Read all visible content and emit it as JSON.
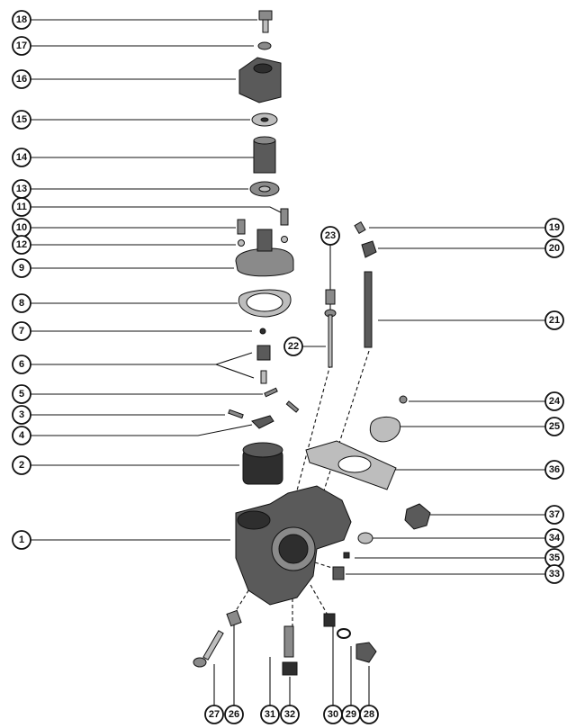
{
  "callouts": [
    {
      "id": "c18",
      "label": "18"
    },
    {
      "id": "c17",
      "label": "17"
    },
    {
      "id": "c16",
      "label": "16"
    },
    {
      "id": "c15",
      "label": "15"
    },
    {
      "id": "c14",
      "label": "14"
    },
    {
      "id": "c13",
      "label": "13"
    },
    {
      "id": "c11",
      "label": "11"
    },
    {
      "id": "c10",
      "label": "10"
    },
    {
      "id": "c12",
      "label": "12"
    },
    {
      "id": "c9",
      "label": "9"
    },
    {
      "id": "c8",
      "label": "8"
    },
    {
      "id": "c7",
      "label": "7"
    },
    {
      "id": "c6",
      "label": "6"
    },
    {
      "id": "c5",
      "label": "5"
    },
    {
      "id": "c3",
      "label": "3"
    },
    {
      "id": "c4",
      "label": "4"
    },
    {
      "id": "c2",
      "label": "2"
    },
    {
      "id": "c1",
      "label": "1"
    },
    {
      "id": "c23",
      "label": "23"
    },
    {
      "id": "c22",
      "label": "22"
    },
    {
      "id": "c19",
      "label": "19"
    },
    {
      "id": "c20",
      "label": "20"
    },
    {
      "id": "c21",
      "label": "21"
    },
    {
      "id": "c24",
      "label": "24"
    },
    {
      "id": "c25",
      "label": "25"
    },
    {
      "id": "c36",
      "label": "36"
    },
    {
      "id": "c37",
      "label": "37"
    },
    {
      "id": "c34",
      "label": "34"
    },
    {
      "id": "c35",
      "label": "35"
    },
    {
      "id": "c33",
      "label": "33"
    },
    {
      "id": "c27",
      "label": "27"
    },
    {
      "id": "c26",
      "label": "26"
    },
    {
      "id": "c31",
      "label": "31"
    },
    {
      "id": "c32",
      "label": "32"
    },
    {
      "id": "c30",
      "label": "30"
    },
    {
      "id": "c29",
      "label": "29"
    },
    {
      "id": "c28",
      "label": "28"
    }
  ]
}
